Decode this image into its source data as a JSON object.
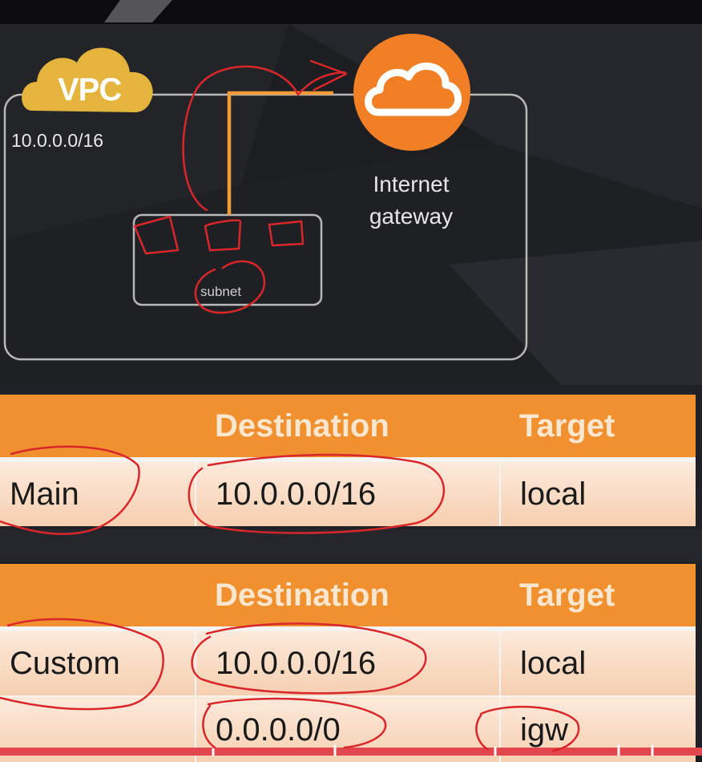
{
  "diagram": {
    "vpc_label": "VPC",
    "vpc_cidr": "10.0.0.0/16",
    "igw_label_line1": "Internet",
    "igw_label_line2": "gateway",
    "subnet_label": "subnet",
    "colors": {
      "vpc_cloud": "#e4b43c",
      "igw": "#f07f26",
      "route_line": "#f09a3a",
      "annotation": "#d9262b",
      "header": "#f0902e"
    },
    "icons": [
      "cloud-icon",
      "internet-gateway-icon"
    ]
  },
  "tables": [
    {
      "name": "Main",
      "headers": [
        "",
        "Destination",
        "Target"
      ],
      "rows": [
        [
          "Main",
          "10.0.0.0/16",
          "local"
        ]
      ]
    },
    {
      "name": "Custom",
      "headers": [
        "",
        "Destination",
        "Target"
      ],
      "rows": [
        [
          "Custom",
          "10.0.0.0/16",
          "local"
        ],
        [
          "",
          "0.0.0.0/0",
          "igw"
        ]
      ]
    }
  ]
}
